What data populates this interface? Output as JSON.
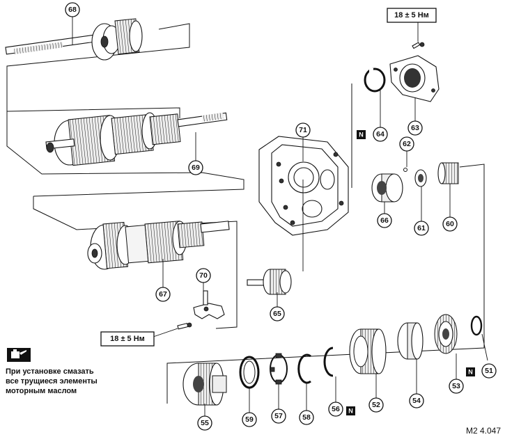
{
  "callouts": {
    "c68": "68",
    "c69": "69",
    "c67": "67",
    "c70": "70",
    "c71": "71",
    "c65": "65",
    "c64": "64",
    "c63": "63",
    "c62": "62",
    "c66": "66",
    "c61": "61",
    "c60": "60",
    "c55": "55",
    "c59": "59",
    "c57": "57",
    "c58": "58",
    "c56": "56",
    "c52": "52",
    "c54": "54",
    "c53": "53",
    "c51": "51"
  },
  "torque_specs": {
    "top": "18 ± 5 Нм",
    "left": "18 ± 5 Нм"
  },
  "badges": {
    "n64": "N",
    "n56": "N",
    "n51": "N"
  },
  "lube_note": {
    "icon": "oil-can-icon",
    "line1": "При установке смазать",
    "line2": "все трущиеся элементы",
    "line3": "моторным маслом"
  },
  "figure_code": "M2 4.047"
}
